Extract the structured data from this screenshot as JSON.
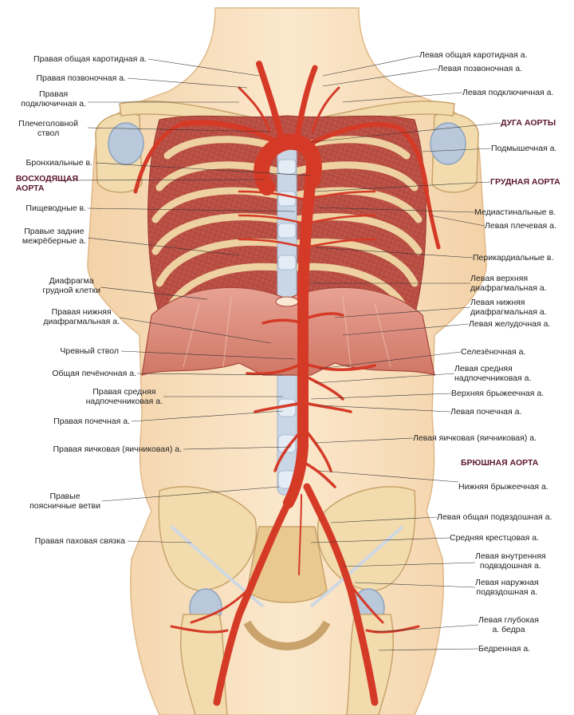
{
  "colors": {
    "artery": "#d53a27",
    "arteryDark": "#a5261a",
    "muscle": "#c75b4f",
    "rib": "#f1d9a6",
    "bone": "#f2dcae",
    "skin": "#f9e3c3",
    "diaphragm": "#d98574",
    "spine": "#c9d6e6",
    "emphasis": "#5b1630"
  },
  "labels": {
    "left": [
      {
        "id": "rt-common-carotid",
        "text": "Правая общая каротидная а."
      },
      {
        "id": "rt-vertebral",
        "text": "Правая позвоночная а."
      },
      {
        "id": "rt-subclavian",
        "text": "Правая\nподключичная а."
      },
      {
        "id": "brachiocephalic",
        "text": "Плечеголовной\nствол"
      },
      {
        "id": "bronchial",
        "text": "Бронхиальные в."
      },
      {
        "id": "ascending-aorta",
        "text": "ВОСХОДЯЩАЯ\nАОРТА"
      },
      {
        "id": "esophageal",
        "text": "Пищеводные в."
      },
      {
        "id": "rt-post-intercostal",
        "text": "Правые задние\nмежрёберные а."
      },
      {
        "id": "thoracic-diaphragm",
        "text": "Диафрагма\nгрудной клетки"
      },
      {
        "id": "rt-inf-phrenic",
        "text": "Правая нижняя\nдиафрагмальная а."
      },
      {
        "id": "celiac-trunk",
        "text": "Чревный ствол"
      },
      {
        "id": "common-hepatic",
        "text": "Общая печёночная а."
      },
      {
        "id": "rt-mid-suprarenal",
        "text": "Правая средняя\nнадпочечниковая а."
      },
      {
        "id": "rt-renal",
        "text": "Правая почечная а."
      },
      {
        "id": "rt-testicular",
        "text": "Правая яичковая (яичниковая) а."
      },
      {
        "id": "rt-lumbar",
        "text": "Правые\nпоясничные ветви"
      },
      {
        "id": "rt-inguinal",
        "text": "Правая паховая связка"
      }
    ],
    "right": [
      {
        "id": "lt-common-carotid",
        "text": "Левая общая каротидная а."
      },
      {
        "id": "lt-vertebral",
        "text": "Левая позвоночная а."
      },
      {
        "id": "lt-subclavian",
        "text": "Левая подключичная а."
      },
      {
        "id": "aortic-arch",
        "text": "ДУГА АОРТЫ"
      },
      {
        "id": "axillary",
        "text": "Подмышечная а."
      },
      {
        "id": "thoracic-aorta",
        "text": "ГРУДНАЯ АОРТА"
      },
      {
        "id": "mediastinal",
        "text": "Медиастинальные в."
      },
      {
        "id": "lt-brachial",
        "text": "Левая плечевая а."
      },
      {
        "id": "pericardial",
        "text": "Перикардиальные в."
      },
      {
        "id": "lt-sup-phrenic",
        "text": "Левая верхняя\nдиафрагмальная а."
      },
      {
        "id": "lt-inf-phrenic",
        "text": "Левая нижняя\nдиафрагмальная а."
      },
      {
        "id": "lt-gastric",
        "text": "Левая желудочная а."
      },
      {
        "id": "splenic",
        "text": "Селезёночная а."
      },
      {
        "id": "lt-mid-suprarenal",
        "text": "Левая средняя\nнадпочечниковая а."
      },
      {
        "id": "sup-mesenteric",
        "text": "Верхняя брыжеечная а."
      },
      {
        "id": "lt-renal",
        "text": "Левая почечная а."
      },
      {
        "id": "lt-testicular",
        "text": "Левая яичковая (яичниковая) а."
      },
      {
        "id": "abdominal-aorta",
        "text": "БРЮШНАЯ АОРТА"
      },
      {
        "id": "inf-mesenteric",
        "text": "Нижняя брыжеечная а."
      },
      {
        "id": "lt-common-iliac",
        "text": "Левая общая подвздошная а."
      },
      {
        "id": "median-sacral",
        "text": "Средняя крестцовая а."
      },
      {
        "id": "lt-int-iliac",
        "text": "Левая внутренняя\nподвздошная а."
      },
      {
        "id": "lt-ext-iliac",
        "text": "Левая наружная\nподвздошная а."
      },
      {
        "id": "lt-deep-femoral",
        "text": "Левая глубокая\nа. бедра"
      },
      {
        "id": "femoral",
        "text": "Бедренная а."
      }
    ]
  }
}
